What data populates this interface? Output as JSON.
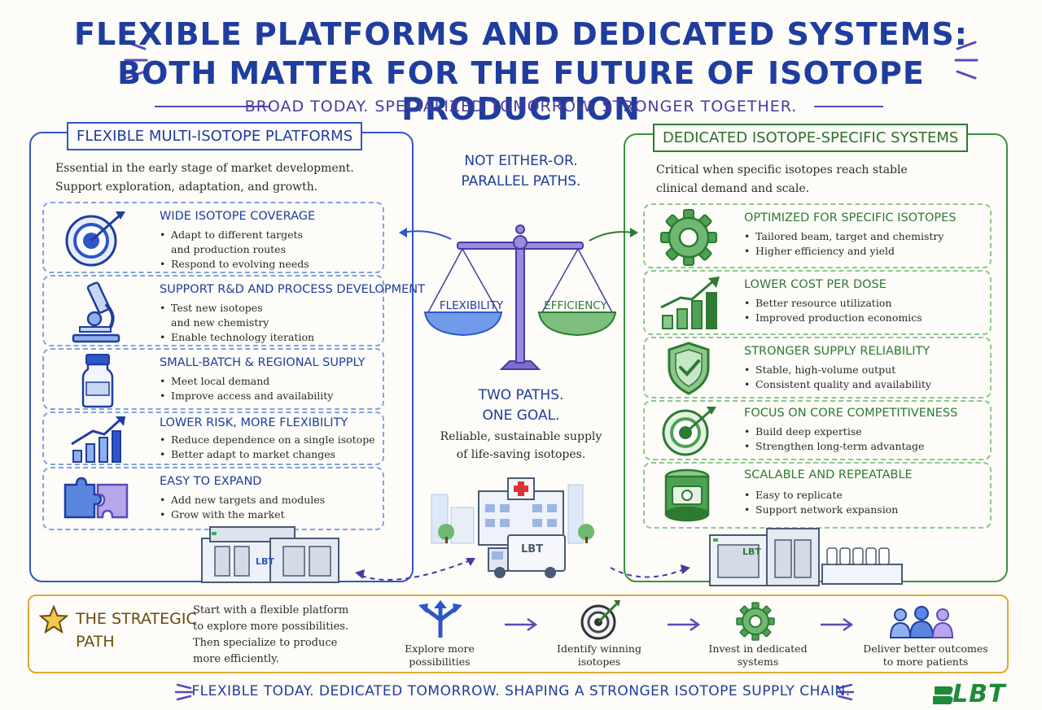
{
  "header": {
    "title_line1": "FLEXIBLE PLATFORMS AND DEDICATED SYSTEMS:",
    "title_line2": "BOTH MATTER FOR THE FUTURE OF ISOTOPE PRODUCTION",
    "subtitle": "BROAD TODAY.  SPECIALIZED TOMORROW.  STRONGER TOGETHER."
  },
  "left_panel": {
    "title": "FLEXIBLE MULTI-ISOTOPE PLATFORMS",
    "intro_line1": "Essential in the early stage of market development.",
    "intro_line2": "Support exploration, adaptation, and growth.",
    "cards": [
      {
        "title": "WIDE ISOTOPE COVERAGE",
        "icon": "target-icon",
        "bullets": [
          "Adapt to different targets",
          "and production routes",
          "Respond to evolving needs"
        ]
      },
      {
        "title": "SUPPORT R&D AND PROCESS DEVELOPMENT",
        "icon": "microscope-icon",
        "bullets": [
          "Test new isotopes",
          "and new chemistry",
          "Enable technology iteration"
        ]
      },
      {
        "title": "SMALL-BATCH & REGIONAL SUPPLY",
        "icon": "vial-icon",
        "bullets": [
          "Meet local demand",
          "Improve access and availability"
        ]
      },
      {
        "title": "LOWER RISK, MORE FLEXIBILITY",
        "icon": "growth-chart-icon",
        "bullets": [
          "Reduce dependence on a single isotope",
          "Better adapt to market changes"
        ]
      },
      {
        "title": "EASY TO EXPAND",
        "icon": "puzzle-icon",
        "bullets": [
          "Add new targets and modules",
          "Grow with the market"
        ]
      }
    ],
    "machine_label": "LBT"
  },
  "right_panel": {
    "title": "DEDICATED ISOTOPE-SPECIFIC SYSTEMS",
    "intro_line1": "Critical when specific isotopes reach stable",
    "intro_line2": "clinical demand and scale.",
    "cards": [
      {
        "title": "OPTIMIZED FOR SPECIFIC ISOTOPES",
        "icon": "gear-icon",
        "bullets": [
          "Tailored beam, target and chemistry",
          "Higher efficiency and yield"
        ]
      },
      {
        "title": "LOWER COST PER DOSE",
        "icon": "bar-chart-icon",
        "bullets": [
          "Better resource utilization",
          "Improved production economics"
        ]
      },
      {
        "title": "STRONGER SUPPLY RELIABILITY",
        "icon": "shield-check-icon",
        "bullets": [
          "Stable, high-volume output",
          "Consistent quality and availability"
        ]
      },
      {
        "title": "FOCUS ON CORE COMPETITIVENESS",
        "icon": "target-icon",
        "bullets": [
          "Build deep expertise",
          "Strengthen long-term advantage"
        ]
      },
      {
        "title": "SCALABLE AND REPEATABLE",
        "icon": "module-icon",
        "bullets": [
          "Easy to replicate",
          "Support network expansion"
        ]
      }
    ],
    "machine_label": "LBT"
  },
  "center": {
    "top_line1": "NOT EITHER-OR.",
    "top_line2": "PARALLEL PATHS.",
    "scale_left": "FLEXIBILITY",
    "scale_right": "EFFICIENCY",
    "goal_line1": "TWO PATHS.",
    "goal_line2": "ONE GOAL.",
    "goal_sub_line1": "Reliable, sustainable supply",
    "goal_sub_line2": "of life-saving isotopes.",
    "truck_label": "LBT"
  },
  "strategy": {
    "title_line1": "THE STRATEGIC",
    "title_line2": "PATH",
    "desc": [
      "Start with a flexible platform",
      "to explore more possibilities.",
      "Then specialize to produce",
      "more efficiently."
    ],
    "steps": [
      {
        "icon": "split-arrows-icon",
        "line1": "Explore more",
        "line2": "possibilities"
      },
      {
        "icon": "target-icon",
        "line1": "Identify winning",
        "line2": "isotopes"
      },
      {
        "icon": "gear-icon",
        "line1": "Invest in dedicated",
        "line2": "systems"
      },
      {
        "icon": "people-icon",
        "line1": "Deliver better outcomes",
        "line2": "to more patients"
      }
    ]
  },
  "footer": {
    "text": "FLEXIBLE TODAY.  DEDICATED TOMORROW.  SHAPING A STRONGER ISOTOPE SUPPLY CHAIN.",
    "logo": "LBT"
  },
  "colors": {
    "blue": "#1f3d9e",
    "green": "#2e7a32",
    "purple": "#5a4ab8",
    "gold": "#e0a830"
  }
}
